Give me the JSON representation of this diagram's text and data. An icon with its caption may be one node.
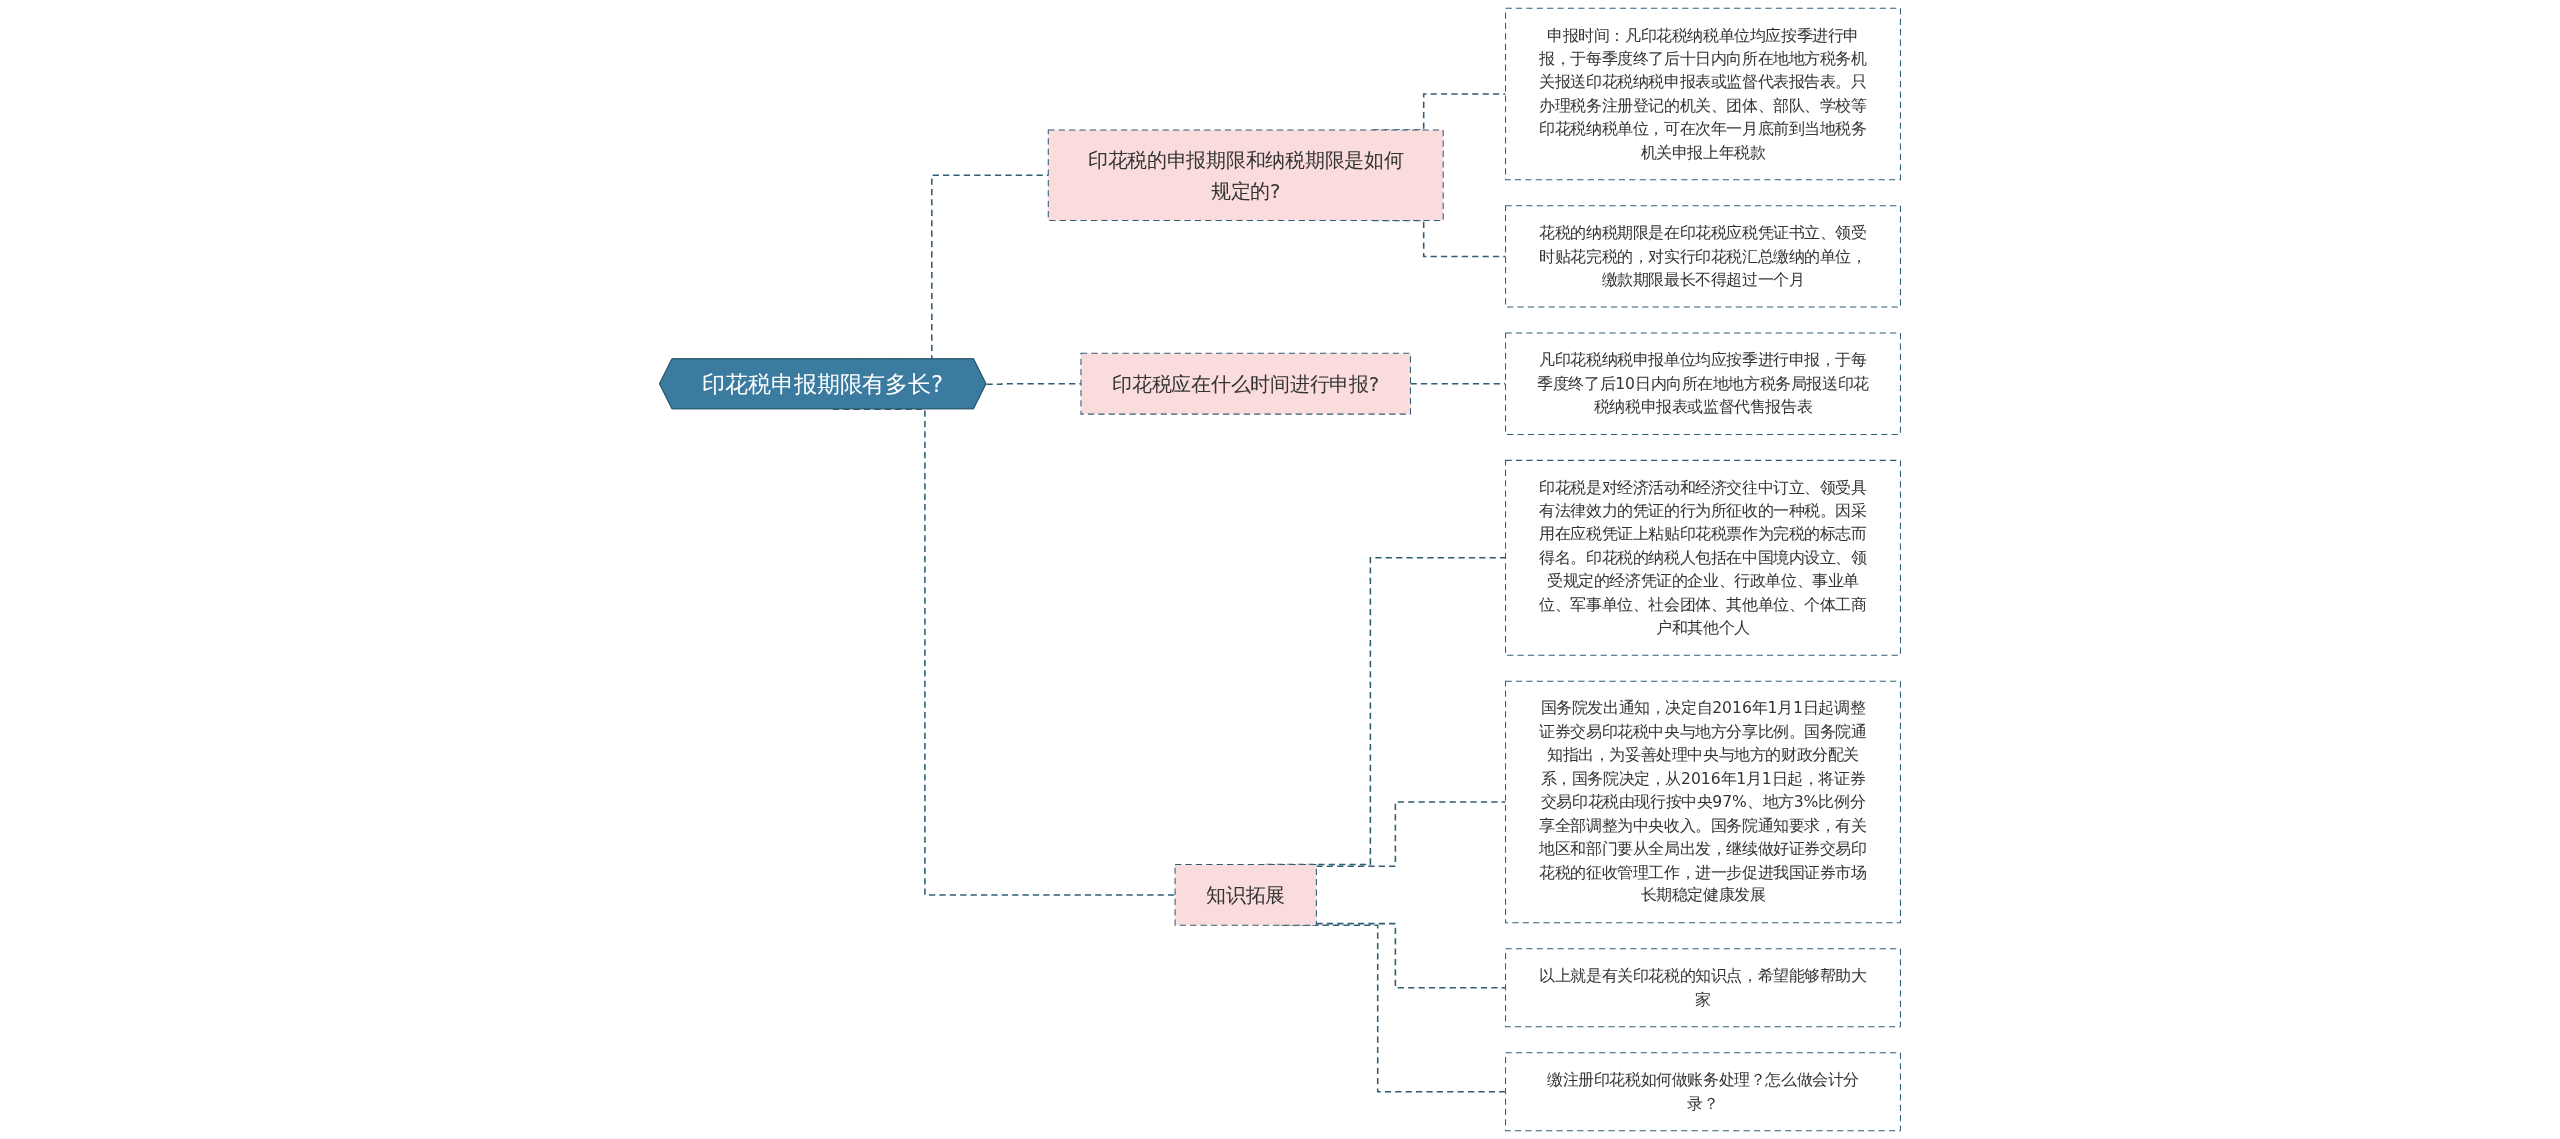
{
  "diagram": {
    "nodes": [
      {
        "text": [
          "印花税申报期限有多长?"
        ]
      },
      {
        "text": [
          "印花税的申报期限和纳税期限是如何规定的?"
        ]
      },
      {
        "text": [
          "申报时间：凡印花税纳税单位均应按季进行申报，于每季度终了后十日内向所在地地方税务机关报送印花税纳税申报表或监督代表报告表。只办理税务注册登记的机关、团体、部队、学校等印花税纳税单位，可在次年一月底前到当地税务机关申报上年税款"
        ]
      },
      {
        "text": [
          "花税的纳税期限是在印花税应税凭证书立、领受时贴花完税的，对实行印花税汇总缴纳的单位，缴款期限最长不得超过一个月"
        ]
      },
      {
        "text": [
          "印花税应在什么时间进行申报?"
        ]
      },
      {
        "text": [
          "凡印花税纳税申报单位均应按季进行申报，于每季度终了后10日内向所在地地方税务局报送印花税纳税申报表或监督代售报告表"
        ]
      },
      {
        "text": [
          "知识拓展"
        ]
      },
      {
        "text": [
          "印花税是对经济活动和经济交往中订立、领受具有法律效力的凭证的行为所征收的一种税。因采用在应税凭证上粘贴印花税票作为完税的标志而得名。印花税的纳税人包括在中国境内设立、领受规定的经济凭证的企业、行政单位、事业单位、军事单位、社会团体、其他单位、个体工商户和其他个人"
        ]
      },
      {
        "text": [
          "国务院发出通知，决定自2016年1月1日起调整证券交易印花税中央与地方分享比例。国务院通知指出，为妥善处理中央与地方的财政分配关系，国务院决定，从2016年1月1日起，将证券交易印花税由现行按中央97%、地方3%比例分享全部调整为中央收入。国务院通知要求，有关地区和部门要从全局出发，继续做好证券交易印花税的征收管理工作，进一步促进我国证券市场长期稳定健康发展"
        ]
      },
      {
        "text": [
          "以上就是有关印花税的知识点，希望能够帮助大家"
        ]
      },
      {
        "text": [
          "缴注册印花税如何做账务处理？怎么做会计分录？"
        ]
      }
    ],
    "edges": [
      {
        "from": 0,
        "to": 1,
        "arrow": "none",
        "style": "dashed"
      },
      {
        "from": 1,
        "to": 2,
        "arrow": "none",
        "style": "dashed"
      },
      {
        "from": 1,
        "to": 3,
        "arrow": "none",
        "style": "dashed"
      },
      {
        "from": 0,
        "to": 4,
        "arrow": "none",
        "style": "dashed"
      },
      {
        "from": 4,
        "to": 5,
        "arrow": "none",
        "style": "dashed"
      },
      {
        "from": 0,
        "to": 6,
        "arrow": "none",
        "style": "dashed"
      },
      {
        "from": 6,
        "to": 7,
        "arrow": "none",
        "style": "dashed"
      },
      {
        "from": 6,
        "to": 8,
        "arrow": "none",
        "style": "dashed"
      },
      {
        "from": 6,
        "to": 9,
        "arrow": "none",
        "style": "dashed"
      },
      {
        "from": 6,
        "to": 10,
        "arrow": "none",
        "style": "dashed"
      }
    ]
  }
}
